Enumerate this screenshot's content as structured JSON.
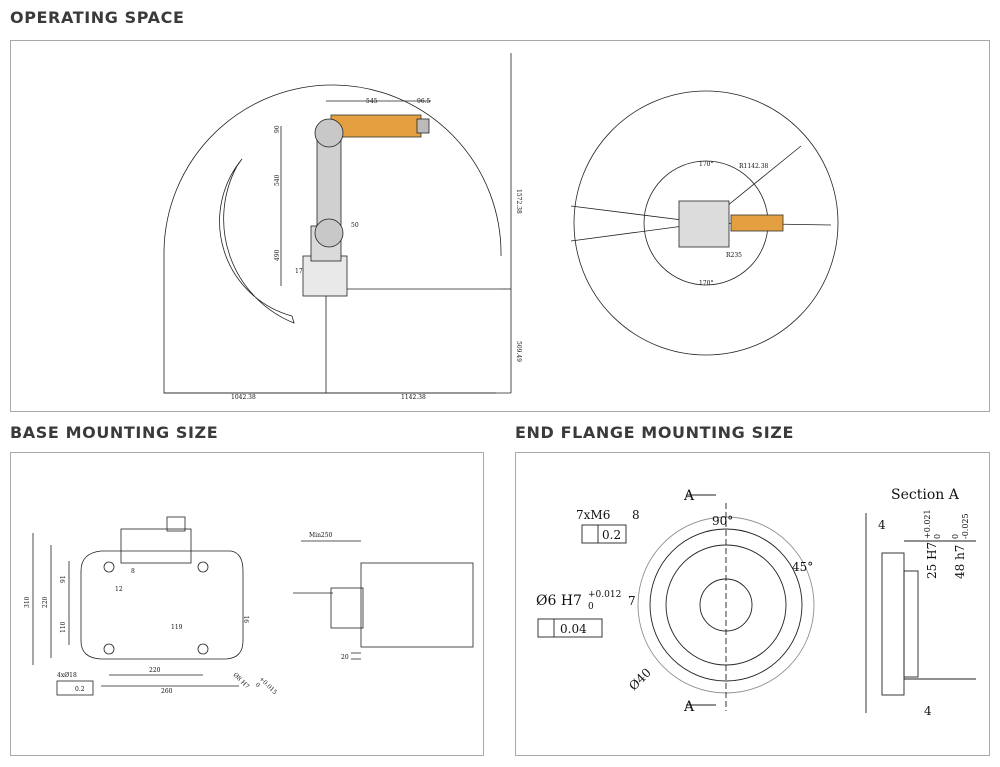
{
  "sections": {
    "operating_space": "OPERATING SPACE",
    "base_mounting": "BASE MOUNTING SIZE",
    "end_flange": "END FLANGE MOUNTING SIZE"
  },
  "operating_space": {
    "side": {
      "top_545": "545",
      "top_96": "96.5",
      "v_90": "90",
      "v_540": "540",
      "v_490": "490",
      "v_17": "17",
      "arm_50": "50",
      "h_1572": "1572.38",
      "h_509": "509.49",
      "b_left": "1042.38",
      "b_right": "1142.38"
    },
    "top_view": {
      "angle_top": "170°",
      "angle_bottom": "170°",
      "r_outer": "R1142.38",
      "r_inner": "R235"
    }
  },
  "base_mounting": {
    "d310": "310",
    "d220": "220",
    "d91": "91",
    "d110": "110",
    "d12": "12",
    "d8": "8",
    "d119": "119",
    "d91_right": "91",
    "d220_bottom": "220",
    "d260": "260",
    "holes": "4xØ18",
    "tol": "0.2",
    "pin": "Ø8 H7",
    "pin_tol": "+0.015",
    "pin_tol0": "0",
    "min": "Min250",
    "d20": "20"
  },
  "end_flange": {
    "section_label": "A",
    "thread": "7xM6",
    "depth": "8",
    "tol_02": "0.2",
    "hole": "Ø6 H7",
    "hole_tol_up": "+0.012",
    "hole_tol_low": "0",
    "hole_depth": "7",
    "tol_004": "0.04",
    "angle_90": "90°",
    "angle_45": "45°",
    "pcd": "Ø40",
    "section_title": "Section  A",
    "dim_4_top": "4",
    "dim_4_bottom": "4",
    "fit_25": "25 H7",
    "fit_25_up": "+0.021",
    "fit_25_low": "0",
    "fit_48": "48 h7",
    "fit_48_up": "0",
    "fit_48_low": "-0.025"
  }
}
